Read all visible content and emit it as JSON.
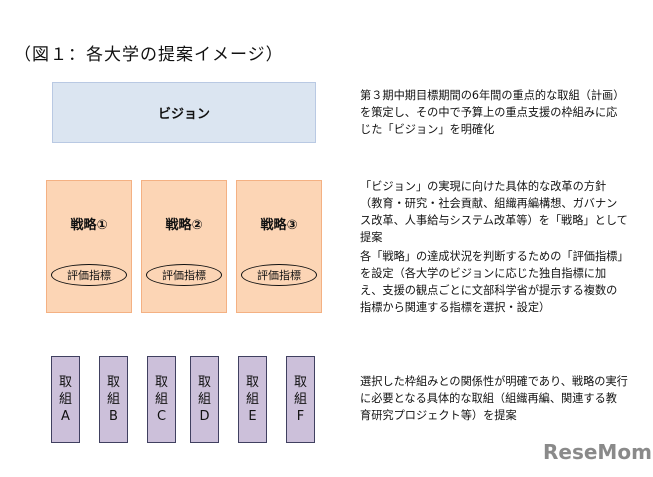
{
  "title": "（図１：各大学の提案イメージ）",
  "vision": {
    "label": "ビジョン"
  },
  "strategies": [
    {
      "label": "戦略①",
      "indicator": "評価指標"
    },
    {
      "label": "戦略②",
      "indicator": "評価指標"
    },
    {
      "label": "戦略③",
      "indicator": "評価指標"
    }
  ],
  "initiatives": [
    {
      "line1": "取",
      "line2": "組",
      "letter": "A"
    },
    {
      "line1": "取",
      "line2": "組",
      "letter": "B"
    },
    {
      "line1": "取",
      "line2": "組",
      "letter": "C"
    },
    {
      "line1": "取",
      "line2": "組",
      "letter": "D"
    },
    {
      "line1": "取",
      "line2": "組",
      "letter": "E"
    },
    {
      "line1": "取",
      "line2": "組",
      "letter": "F"
    }
  ],
  "descriptions": {
    "vision": "第３期中期目標期間の6年間の重点的な取組（計画）を策定し、その中で予算上の重点支援の枠組みに応じた「ビジョン」を明確化",
    "strategy": "「ビジョン」の実現に向けた具体的な改革の方針（教育・研究・社会貢献、組織再編構想、ガバナンス改革、人事給与システム改革等）を「戦略」として提案",
    "indicator": "各「戦略」の達成状況を判断するための「評価指標」を設定（各大学のビジョンに応じた独自指標に加え、支援の観点ごとに文部科学省が提示する複数の指標から関連する指標を選択・設定）",
    "initiative": "選択した枠組みとの関係性が明確であり、戦略の実行に必要となる具体的な取組（組織再編、関連する教育研究プロジェクト等）を提案"
  },
  "logo": "ReseMom"
}
